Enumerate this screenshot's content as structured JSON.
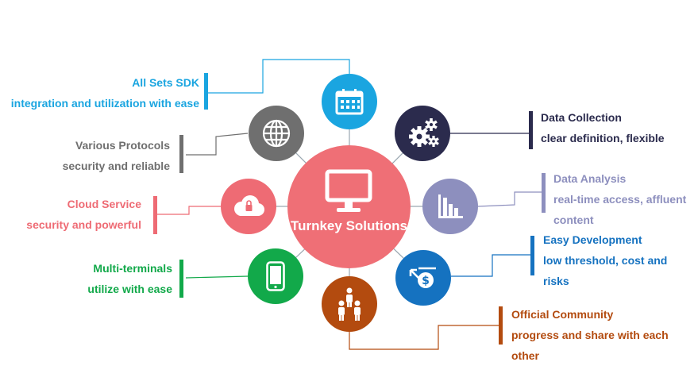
{
  "center": {
    "title": "Turnkey Solutions",
    "color": "#ef6f76"
  },
  "features": [
    {
      "id": "all-sets-sdk",
      "title": "All Sets SDK",
      "subtitle": "integration and utilization with ease",
      "color": "#1aa5e0",
      "icon": "calendar-icon"
    },
    {
      "id": "data-collection",
      "title": "Data Collection",
      "subtitle": "clear definition, flexible",
      "color": "#2b2b4d",
      "icon": "gears-icon"
    },
    {
      "id": "various-protocols",
      "title": "Various Protocols",
      "subtitle": "security and reliable",
      "color": "#6f6f6f",
      "icon": "globe-icon"
    },
    {
      "id": "data-analysis",
      "title": "Data Analysis",
      "subtitle": "real-time access, affluent",
      "subtitle2": "content",
      "color": "#8d8fbe",
      "icon": "bar-chart-icon"
    },
    {
      "id": "cloud-service",
      "title": "Cloud Service",
      "subtitle": "security and powerful",
      "color": "#ee6b74",
      "icon": "cloud-lock-icon"
    },
    {
      "id": "easy-development",
      "title": "Easy Development",
      "subtitle": "low threshold, cost and",
      "subtitle2": "risks",
      "color": "#1572c0",
      "icon": "money-hand-icon"
    },
    {
      "id": "multi-terminals",
      "title": "Multi-terminals",
      "subtitle": "utilize with ease",
      "color": "#12a94a",
      "icon": "smartphone-icon"
    },
    {
      "id": "official-community",
      "title": "Official Community",
      "subtitle": "progress and share with each",
      "subtitle2": "other",
      "color": "#b34b0f",
      "icon": "people-icon"
    }
  ]
}
